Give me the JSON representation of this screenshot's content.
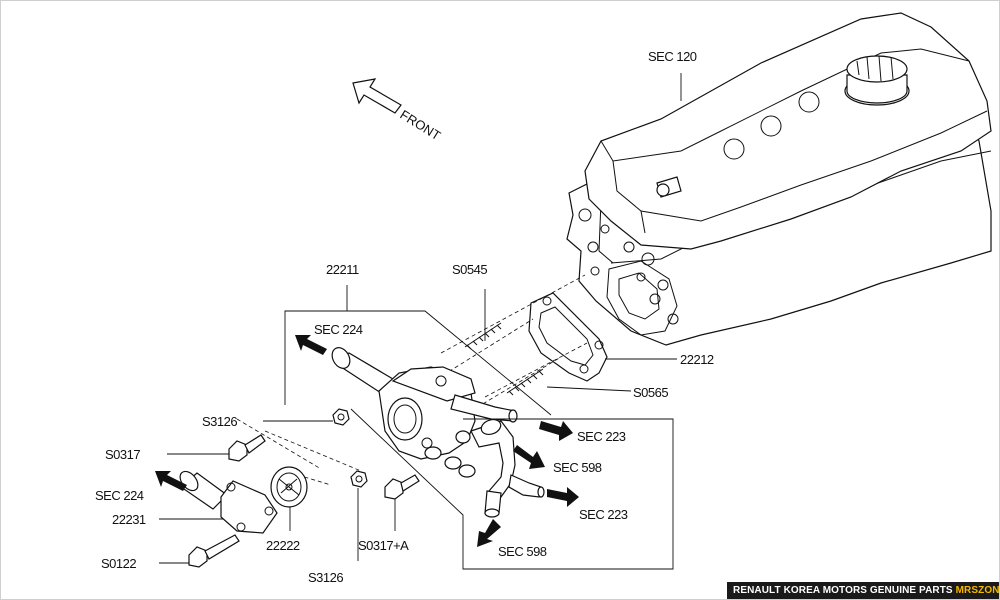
{
  "diagram": {
    "front_label": "FRONT",
    "labels": {
      "sec120": "SEC 120",
      "p22211": "22211",
      "s0545": "S0545",
      "sec224_top": "SEC 224",
      "p22212": "22212",
      "s0565": "S0565",
      "s3126_top": "S3126",
      "sec223_top": "SEC 223",
      "s0317": "S0317",
      "sec598_right": "SEC 598",
      "sec224_left": "SEC 224",
      "sec223_right": "SEC 223",
      "p22231": "22231",
      "p22222": "22222",
      "s0122": "S0122",
      "s0317a": "S0317+A",
      "sec598_bottom": "SEC 598",
      "s3126_bottom": "S3126"
    }
  },
  "footer": {
    "brand": "RENAULT KOREA MOTORS GENUINE PARTS",
    "site": "MRSZONE"
  },
  "colors": {
    "footer_bg": "#1a1a1a",
    "footer_accent": "#f5b800",
    "line": "#111111"
  }
}
